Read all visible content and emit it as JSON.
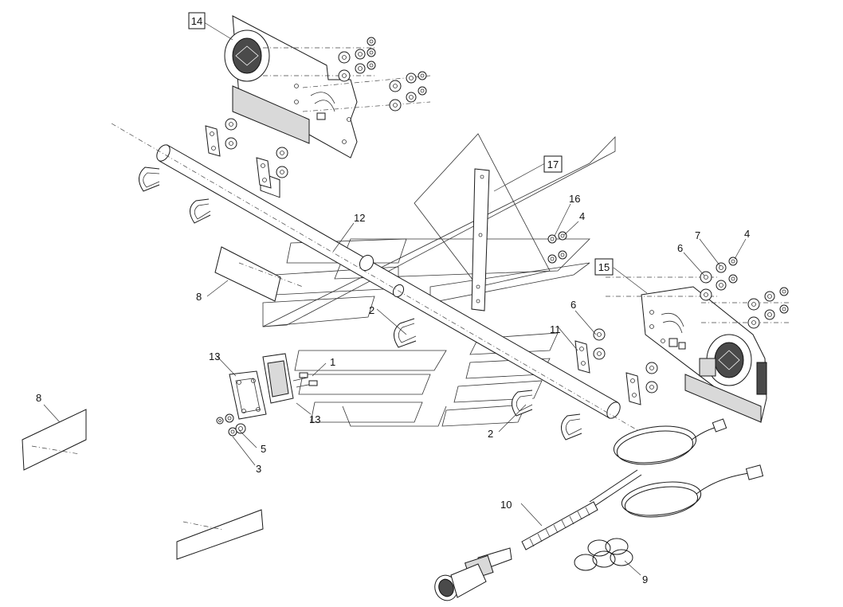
{
  "callouts": {
    "c14": "14",
    "c17": "17",
    "c16": "16",
    "c4a": "4",
    "c4b": "4",
    "c7": "7",
    "c6a": "6",
    "c15": "15",
    "c12": "12",
    "c8a": "8",
    "c2a": "2",
    "c6b": "6",
    "c11": "11",
    "c13a": "13",
    "c1": "1",
    "c13b": "13",
    "c5": "5",
    "c3": "3",
    "c8b": "8",
    "c2b": "2",
    "c10": "10",
    "c9": "9"
  }
}
